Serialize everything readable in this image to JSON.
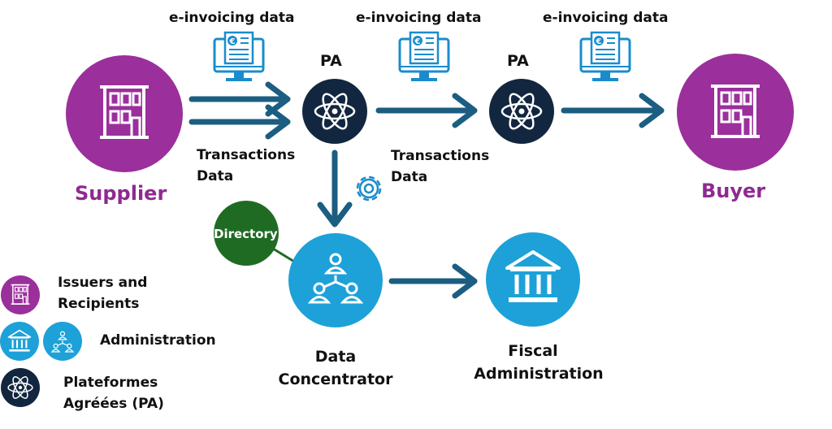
{
  "labels": {
    "einvoice_1": "e-invoicing data",
    "einvoice_2": "e-invoicing data",
    "einvoice_3": "e-invoicing data",
    "pa_1": "PA",
    "pa_2": "PA",
    "transactions_1_line1": "Transactions",
    "transactions_1_line2": "Data",
    "transactions_2_line1": "Transactions",
    "transactions_2_line2": "Data",
    "supplier": "Supplier",
    "buyer": "Buyer",
    "directory": "Directory",
    "data_concentrator_line1": "Data",
    "data_concentrator_line2": "Concentrator",
    "fiscal_line1": "Fiscal",
    "fiscal_line2": "Administration"
  },
  "legend": {
    "issuers_line1": "Issuers and",
    "issuers_line2": "Recipients",
    "administration": "Administration",
    "pa_line1": "Plateformes",
    "pa_line2": "Agréées (PA)"
  },
  "icons": {
    "supplier": "building-icon",
    "buyer": "building-icon",
    "pa": "atom-icon",
    "einvoice": "monitor-invoice-icon",
    "gear": "gear-icon",
    "concentrator": "people-network-icon",
    "fiscal": "government-building-icon"
  },
  "colors": {
    "purple": "#9b2f9c",
    "navy": "#12263f",
    "light_blue": "#1da1d8",
    "arrow": "#1c5d82",
    "green": "#1f6b24",
    "icon_outline": "#1a8ccc"
  }
}
